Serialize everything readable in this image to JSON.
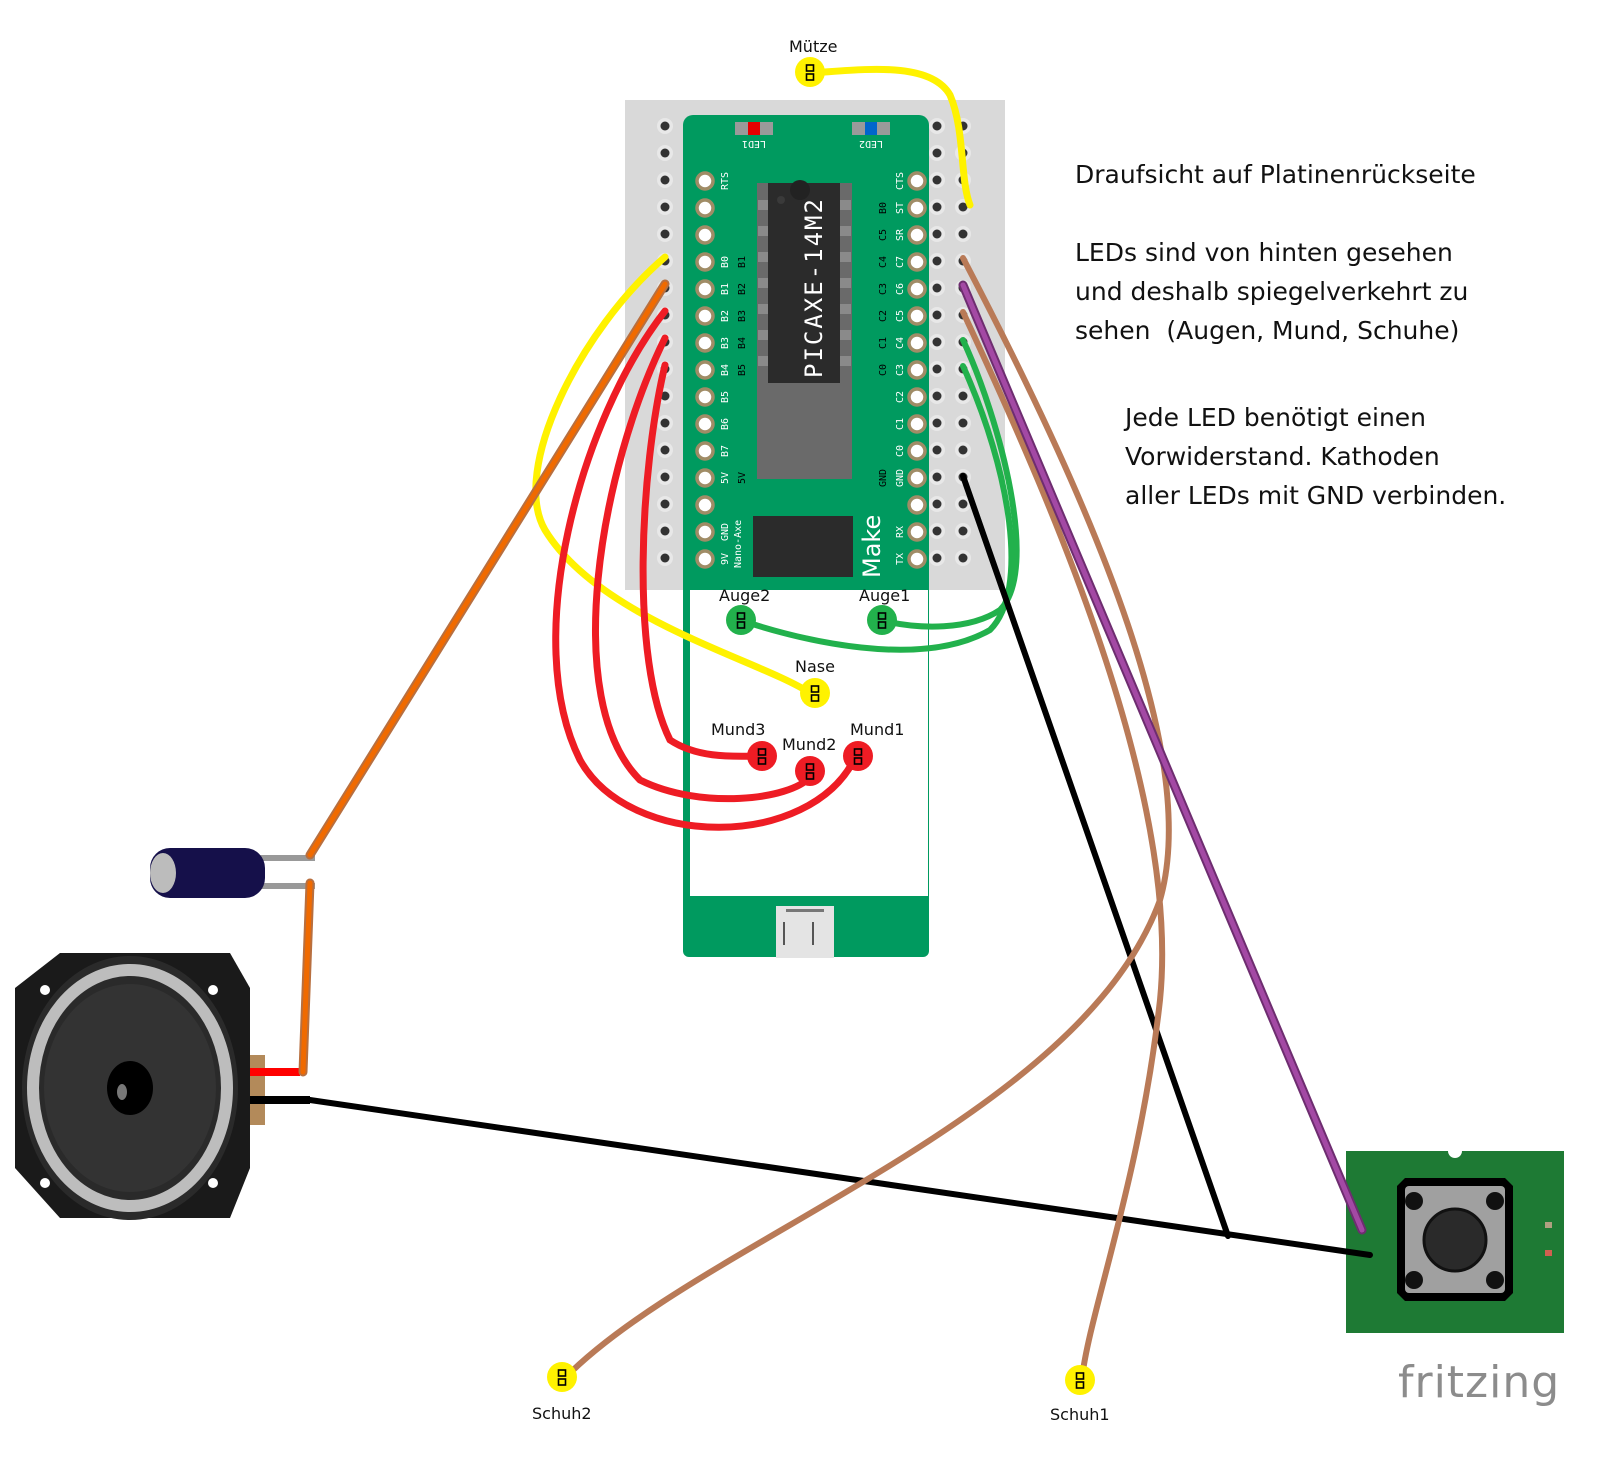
{
  "notes": {
    "title": "Draufsicht auf Platinenrückseite",
    "leds_line1": "LEDs sind von hinten gesehen",
    "leds_line2": "und deshalb spiegelverkehrt zu",
    "leds_line3": "sehen  (Augen, Mund, Schuhe)",
    "resistor_line1": "Jede LED benötigt einen",
    "resistor_line2": "Vorwiderstand. Kathoden",
    "resistor_line3": "aller LEDs mit GND verbinden."
  },
  "board": {
    "chip_label": "PICAXE-14M2",
    "brand": "Make",
    "model": "Nano-Axe",
    "led1": "LED1",
    "led2": "LED2",
    "left_pins_outer": [
      "RTS",
      "",
      "",
      "B0",
      "B1",
      "B2",
      "B3",
      "B4",
      "B5",
      "B6",
      "B7",
      "5V",
      "",
      "GND",
      "9V"
    ],
    "left_pins_inner": [
      "",
      "",
      "",
      "B1",
      "B2",
      "B3",
      "B4",
      "B5",
      "",
      "",
      "",
      "5V",
      "",
      "",
      ""
    ],
    "right_pins_outer": [
      "CTS",
      "ST",
      "SR",
      "C7",
      "C6",
      "C5",
      "C4",
      "C3",
      "C2",
      "C1",
      "C0",
      "GND",
      "",
      "RX",
      "TX"
    ],
    "right_pins_inner": [
      "",
      "B0",
      "C5",
      "C4",
      "C3",
      "C2",
      "C1",
      "C0",
      "",
      "",
      "",
      "GND",
      "",
      "",
      ""
    ]
  },
  "leds": {
    "muetze": "Mütze",
    "auge1": "Auge1",
    "auge2": "Auge2",
    "nase": "Nase",
    "mund1": "Mund1",
    "mund2": "Mund2",
    "mund3": "Mund3",
    "schuh1": "Schuh1",
    "schuh2": "Schuh2"
  },
  "colors": {
    "pcb": "#009a5f",
    "perfboard": "#d9d9d9",
    "wire_yellow": "#fff200",
    "wire_red": "#ee1c24",
    "wire_green": "#22b14c",
    "wire_brown": "#b97a57",
    "wire_purple": "#a349a4",
    "wire_orange": "#e86a0c",
    "wire_black": "#000000",
    "button_pcb": "#1e7a34"
  },
  "watermark": "fritzing"
}
